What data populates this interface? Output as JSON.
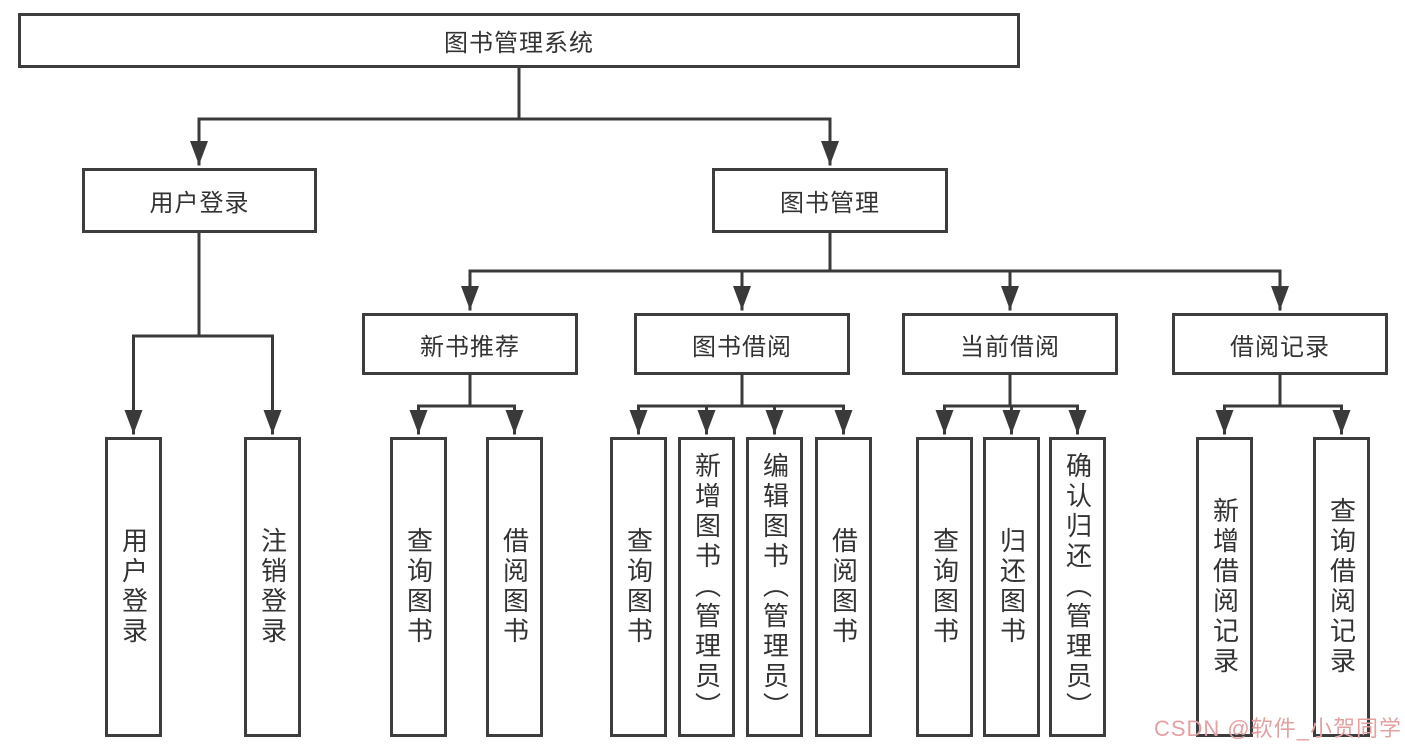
{
  "diagram_title": "图书管理系统",
  "tree": {
    "root": {
      "label": "图书管理系统"
    },
    "branches": [
      {
        "label": "用户登录",
        "children": [
          {
            "label": "用户登录"
          },
          {
            "label": "注销登录"
          }
        ]
      },
      {
        "label": "图书管理",
        "children": [
          {
            "label": "新书推荐",
            "children": [
              {
                "label": "查询图书"
              },
              {
                "label": "借阅图书"
              }
            ]
          },
          {
            "label": "图书借阅",
            "children": [
              {
                "label": "查询图书"
              },
              {
                "label": "新增图书（管理员）"
              },
              {
                "label": "编辑图书（管理员）"
              },
              {
                "label": "借阅图书"
              }
            ]
          },
          {
            "label": "当前借阅",
            "children": [
              {
                "label": "查询图书"
              },
              {
                "label": "归还图书"
              },
              {
                "label": "确认归还（管理员）"
              }
            ]
          },
          {
            "label": "借阅记录",
            "children": [
              {
                "label": "新增借阅记录"
              },
              {
                "label": "查询借阅记录"
              }
            ]
          }
        ]
      }
    ]
  },
  "watermark": {
    "text": "CSDN @软件_小贺同学"
  },
  "colors": {
    "line": "#3a3a3a",
    "border": "#3d3d3d",
    "text": "#333333",
    "watermark": "#e3a1a1",
    "background": "#ffffff"
  }
}
